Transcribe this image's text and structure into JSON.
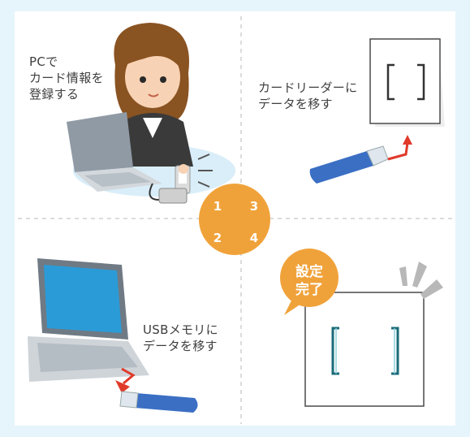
{
  "steps": [
    {
      "number": "1",
      "caption": "PCで\nカード情報を\n登録する"
    },
    {
      "number": "2",
      "caption": "USBメモリに\nデータを移す"
    },
    {
      "number": "3",
      "caption": "カードリーダーに\nデータを移す"
    },
    {
      "number": "4",
      "caption": ""
    }
  ],
  "bubble": {
    "text": "設定\n完了"
  },
  "colors": {
    "background": "#e6f4fb",
    "panel": "#ffffff",
    "accent_orange": "#f0a23a",
    "usb_blue": "#3b6fc4",
    "arrow_red": "#e03a2a",
    "laptop_screen": "#2b9bd7",
    "divider": "#c8c8c8"
  },
  "icons": [
    "woman-at-laptop",
    "card-reader",
    "usb-stick",
    "laptop",
    "arrow",
    "ring-lines"
  ]
}
